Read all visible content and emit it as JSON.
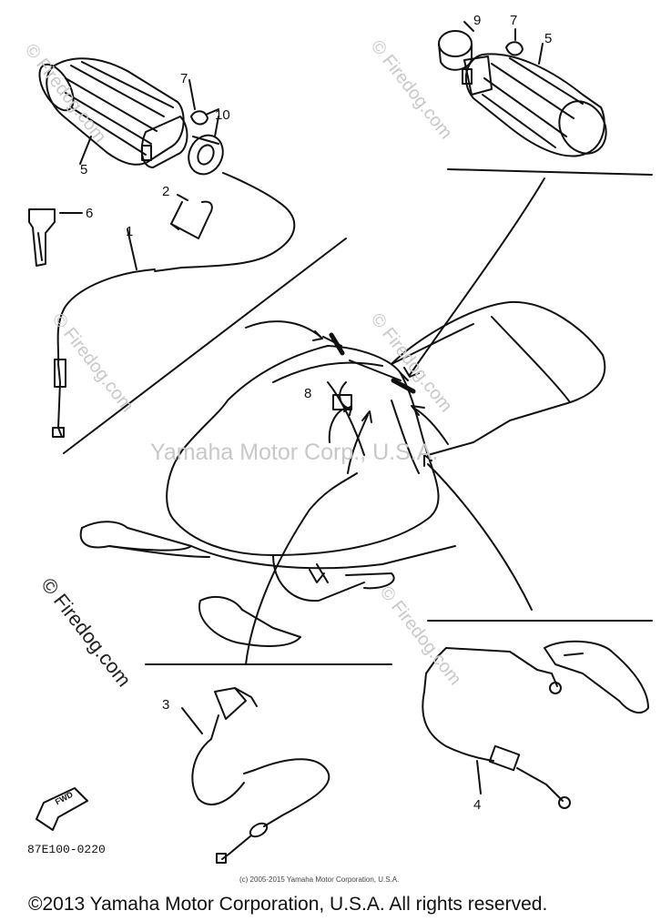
{
  "labels": {
    "l1": "1",
    "l2": "2",
    "l3": "3",
    "l4": "4",
    "l5a": "5",
    "l5b": "5",
    "l6": "6",
    "l7a": "7",
    "l7b": "7",
    "l8": "8",
    "l9": "9",
    "l10": "10"
  },
  "watermark": {
    "center": "Yamaha Motor Corp., U.S.A.",
    "diag": "© Firedog.com"
  },
  "fwd_badge": "FWD",
  "part_code": "87E100-0220",
  "small_copyright": "(c) 2005-2015 Yamaha Motor Corporation, U.S.A.",
  "copyright": "©2013 Yamaha Motor Corporation, U.S.A. All rights reserved.",
  "colors": {
    "ink": "#111111",
    "watermark": "#c8c8c8"
  }
}
